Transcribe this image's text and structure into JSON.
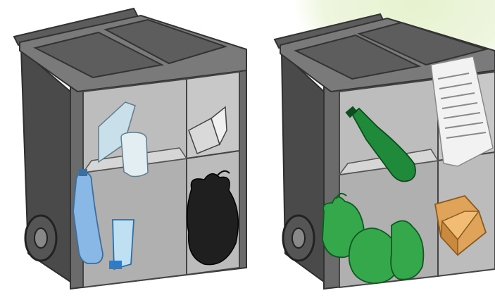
{
  "bins": [
    {
      "name": "bin-left",
      "compartments": [
        "plastic",
        "glass-jars",
        "cans",
        "black-bag"
      ],
      "body_color": "#6b6b6b"
    },
    {
      "name": "bin-right",
      "compartments": [
        "glass-bottle",
        "paper",
        "green-bags",
        "cardboard"
      ],
      "body_color": "#6b6b6b"
    }
  ],
  "colors": {
    "bin_dark": "#4a4a4a",
    "bin_mid": "#7a7a7a",
    "bin_light": "#a9a9a9",
    "compartment_bg": "#bdbdbd",
    "plastic_blue": "#8ab8e6",
    "glass_green": "#1f8a3a",
    "bag_green": "#34a84a",
    "cardboard": "#e0a35a",
    "paper": "#f2f2f2",
    "background_accent": "#eef6df"
  }
}
